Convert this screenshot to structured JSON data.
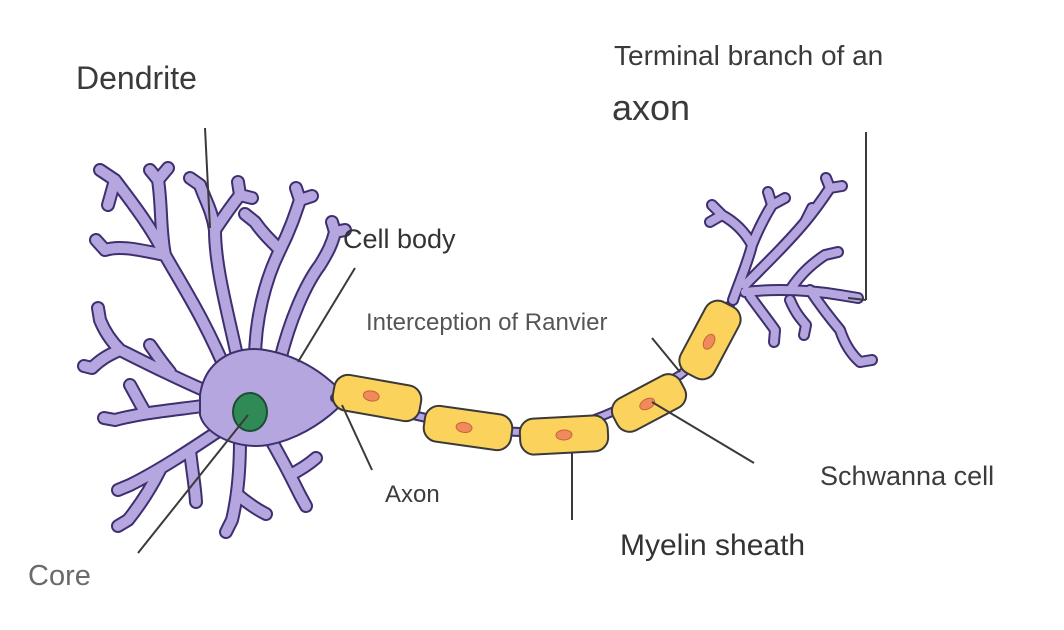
{
  "diagram": {
    "labels": {
      "dendrite": "Dendrite",
      "terminal_line1": "Terminal branch of an",
      "terminal_line2": "axon",
      "cell_body": "Cell body",
      "ranvier": "Interception of Ranvier",
      "axon": "Axon",
      "schwann": "Schwanna cell",
      "myelin": "Myelin sheath",
      "core": "Core"
    },
    "colors": {
      "neuron_fill": "#b5a6e0",
      "neuron_stroke": "#3e2f6e",
      "nucleus": "#2f8a55",
      "myelin_fill": "#fbd35c",
      "myelin_stroke": "#3a3a3a",
      "schwann_nucleus": "#ef8a5a",
      "leader_line": "#3a3a3a"
    }
  }
}
